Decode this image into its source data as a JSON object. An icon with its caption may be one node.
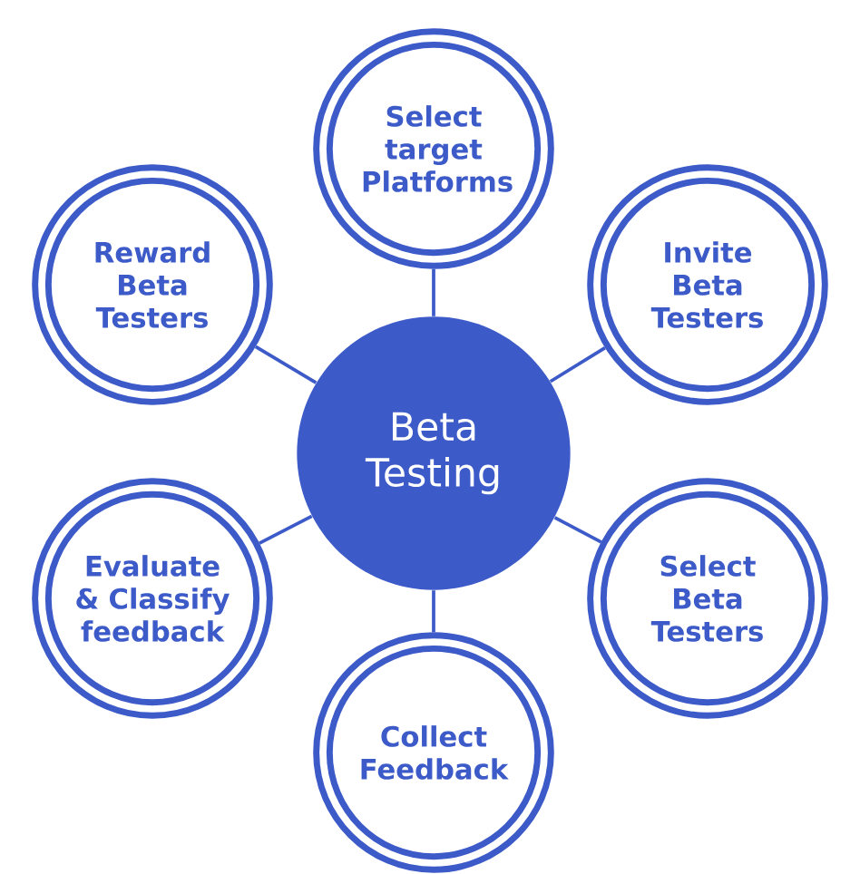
{
  "diagram": {
    "nodes": [
      {
        "text": [
          "Beta Testing"
        ]
      },
      {
        "text": [
          "Select target Platforms"
        ]
      },
      {
        "text": [
          "Invite Beta Testers"
        ]
      },
      {
        "text": [
          "Select Beta Testers"
        ]
      },
      {
        "text": [
          "Collect Feedback"
        ]
      },
      {
        "text": [
          "Evaluate & Classify feedback"
        ]
      },
      {
        "text": [
          "Reward Beta Testers"
        ]
      }
    ],
    "edges": [
      {
        "from": 0,
        "to": 1,
        "arrow": "none"
      },
      {
        "from": 0,
        "to": 2,
        "arrow": "none"
      },
      {
        "from": 0,
        "to": 3,
        "arrow": "none"
      },
      {
        "from": 0,
        "to": 4,
        "arrow": "none"
      },
      {
        "from": 0,
        "to": 5,
        "arrow": "none"
      },
      {
        "from": 0,
        "to": 6,
        "arrow": "none"
      }
    ]
  }
}
